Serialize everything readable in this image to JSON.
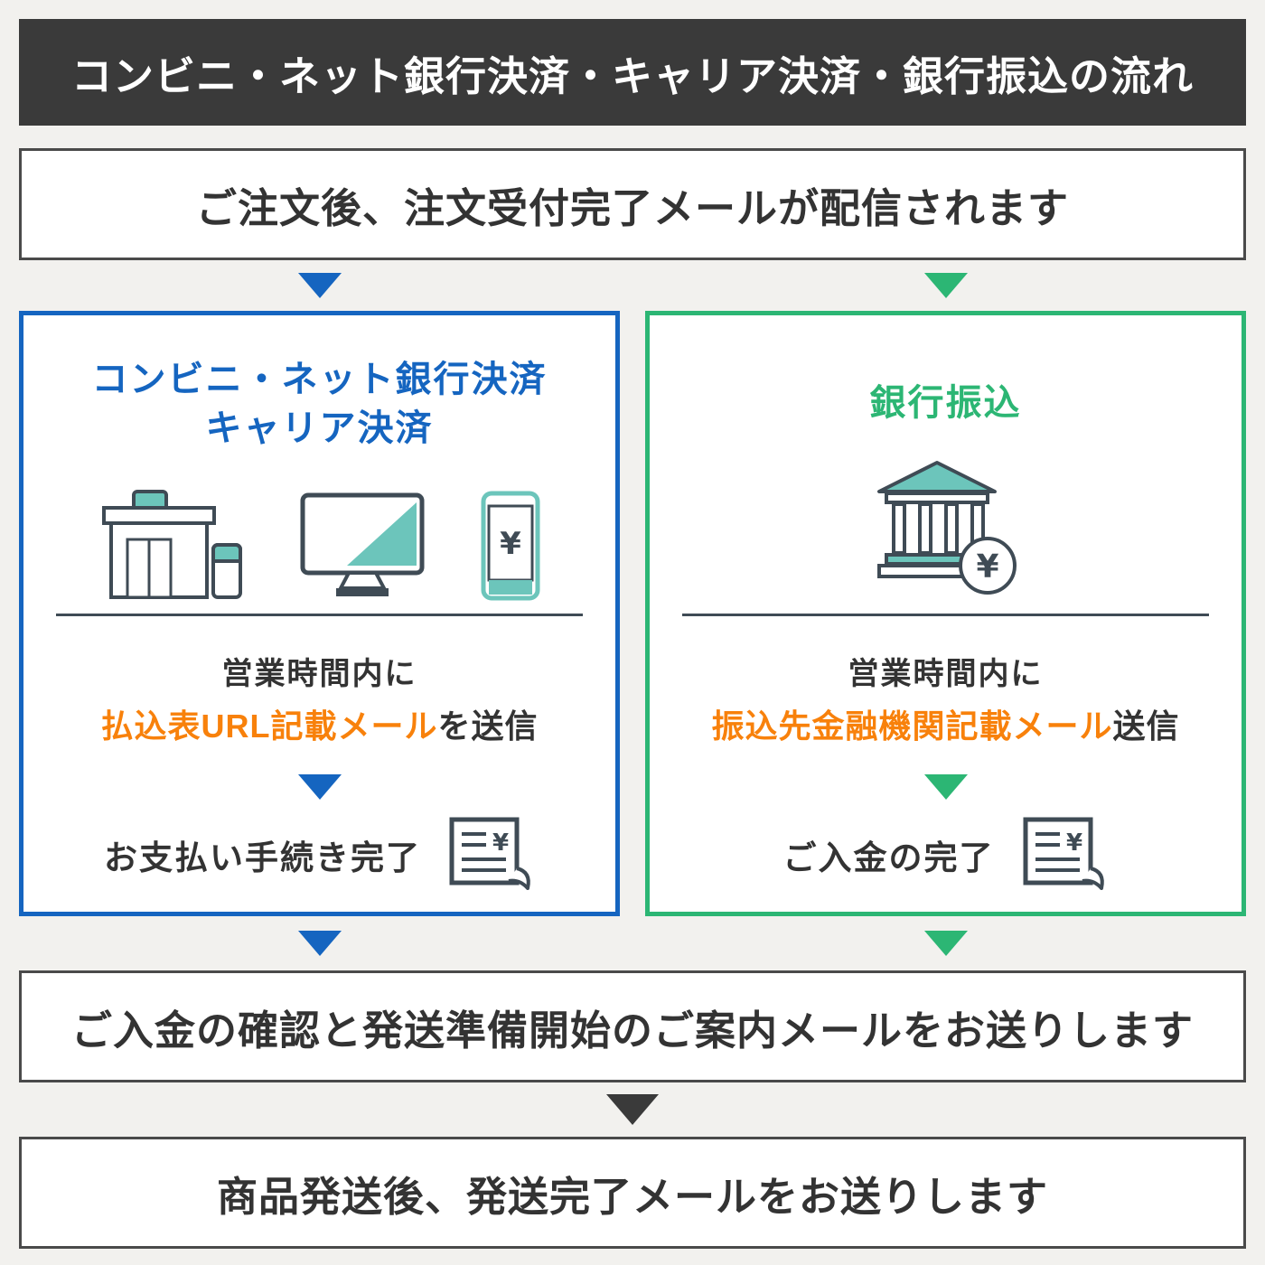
{
  "colors": {
    "bg": "#f2f1ee",
    "dark": "#3a3a3a",
    "blue": "#1565c0",
    "green": "#2cb674",
    "orange": "#f8810b",
    "teal": "#6cc5bb",
    "ink": "#333333",
    "line": "#3f4b55",
    "box_border": "#4a4a4a"
  },
  "header": {
    "title": "コンビニ・ネット銀行決済・キャリア決済・銀行振込の流れ"
  },
  "steps": {
    "order_received": "ご注文後、注文受付完了メールが配信されます",
    "payment_confirmed": "ご入金の確認と発送準備開始のご案内メールをお送りします",
    "shipped": "商品発送後、発送完了メールをお送りします"
  },
  "branches": {
    "left": {
      "title_line1": "コンビニ・ネット銀行決済",
      "title_line2": "キャリア決済",
      "timing": "営業時間内に",
      "mail_highlight": "払込表URL記載メール",
      "mail_suffix": "を送信",
      "complete_label": "お支払い手続き完了",
      "icons": [
        "convenience-store-icon",
        "computer-monitor-icon",
        "smartphone-yen-icon",
        "receipt-icon"
      ]
    },
    "right": {
      "title": "銀行振込",
      "timing": "営業時間内に",
      "mail_highlight": "振込先金融機関記載メール",
      "mail_suffix": "送信",
      "complete_label": "ご入金の完了",
      "icons": [
        "bank-yen-icon",
        "receipt-icon"
      ]
    }
  },
  "icon_glyphs": {
    "yen": "¥"
  }
}
